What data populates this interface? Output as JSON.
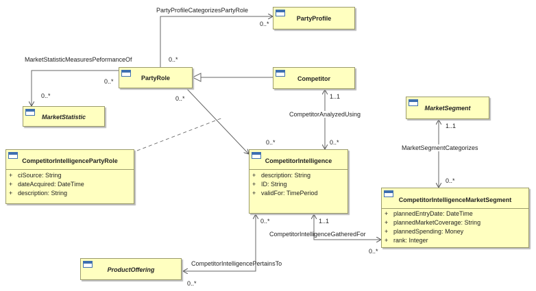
{
  "classes": {
    "party_profile": {
      "name": "PartyProfile"
    },
    "party_role": {
      "name": "PartyRole"
    },
    "competitor": {
      "name": "Competitor"
    },
    "market_statistic": {
      "name": "MarketStatistic"
    },
    "market_segment": {
      "name": "MarketSegment"
    },
    "ci_party_role": {
      "name": "CompetitorIntelligencePartyRole",
      "attributes": [
        {
          "vis": "+",
          "text": "ciSource: String"
        },
        {
          "vis": "+",
          "text": "dateAcquired: DateTime"
        },
        {
          "vis": "+",
          "text": "description: String"
        }
      ]
    },
    "competitor_intelligence": {
      "name": "CompetitorIntelligence",
      "attributes": [
        {
          "vis": "+",
          "text": "description: String"
        },
        {
          "vis": "+",
          "text": "ID: String"
        },
        {
          "vis": "+",
          "text": "validFor: TimePeriod"
        }
      ]
    },
    "ci_market_segment": {
      "name": "CompetitorIntelligenceMarketSegment",
      "attributes": [
        {
          "vis": "+",
          "text": "plannedEntryDate: DateTime"
        },
        {
          "vis": "+",
          "text": "plannedMarketCoverage: String"
        },
        {
          "vis": "+",
          "text": "plannedSpending: Money"
        },
        {
          "vis": "+",
          "text": "rank: Integer"
        }
      ]
    },
    "product_offering": {
      "name": "ProductOffering"
    }
  },
  "associations": {
    "party_profile_categorizes": "PartyProfileCategorizesPartyRole",
    "market_statistic_measures": "MarketStatisticMeasuresPeformanceOf",
    "competitor_analyzed_using": "CompetitorAnalyzedUsing",
    "market_segment_categorizes": "MarketSegmentCategorizes",
    "ci_gathered_for": "CompetitorIntelligenceGatheredFor",
    "ci_pertains_to": "CompetitorIntelligencePertainsTo"
  },
  "multiplicities": {
    "pp_end": "0..*",
    "pr_top_end": "0..*",
    "ms_end": "0..*",
    "pr_left_end": "0..*",
    "pr_bottom_end": "0..*",
    "comp_end": "1..1",
    "ci_top_end": "0..*",
    "ci_left_end": "0..*",
    "mseg_end": "1..1",
    "cims_top_end": "0..*",
    "ci_bottom_right_end": "1..1",
    "cims_bottom_end": "0..*",
    "ci_bottom_left_end": "0..*",
    "po_end": "0..*"
  }
}
